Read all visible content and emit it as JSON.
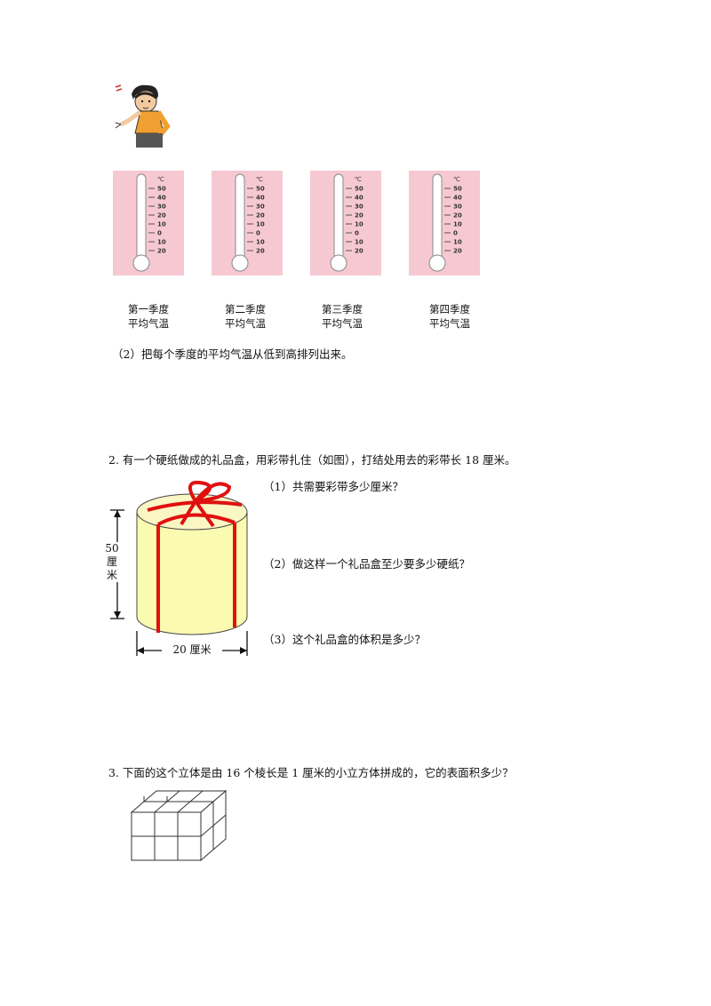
{
  "thermometers": [
    {
      "caption_line1": "第一季度",
      "caption_line2": "平均气温"
    },
    {
      "caption_line1": "第二季度",
      "caption_line2": "平均气温"
    },
    {
      "caption_line1": "第三季度",
      "caption_line2": "平均气温"
    },
    {
      "caption_line1": "第四季度",
      "caption_line2": "平均气温"
    }
  ],
  "thermo_scale": {
    "unit": "℃",
    "ticks": [
      "50",
      "40",
      "30",
      "20",
      "10",
      "0",
      "10",
      "20"
    ]
  },
  "q1_part2": "（2）把每个季度的平均气温从低到高排列出来。",
  "q2": {
    "intro": "2.  有一个硬纸做成的礼品盒，用彩带扎住（如图），打结处用去的彩带长 18 厘米。",
    "sub1": "（1）共需要彩带多少厘米？",
    "sub2": "（2）做这样一个礼品盒至少要多少硬纸？",
    "sub3": "（3）这个礼品盒的体积是多少？",
    "height_value": "50",
    "height_unit_1": "厘",
    "height_unit_2": "米",
    "diameter_label": "20 厘米"
  },
  "q3": {
    "text": "3.  下面的这个立体是由 16 个棱长是 1 厘米的小立方体拼成的，它的表面积多少？"
  }
}
